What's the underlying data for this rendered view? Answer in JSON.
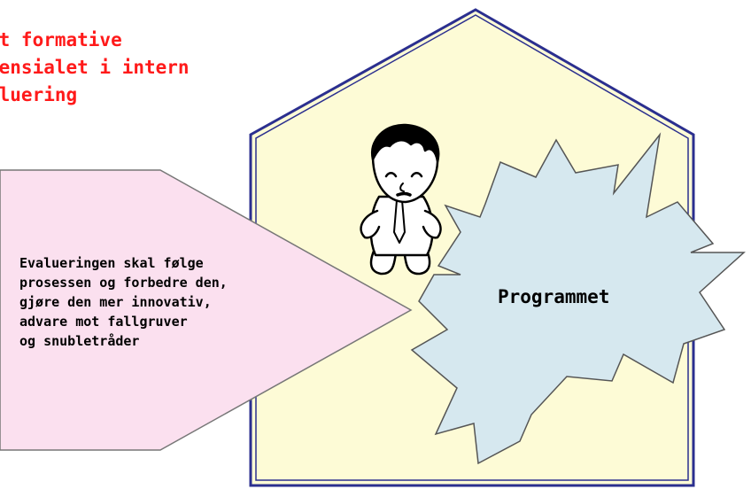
{
  "title": {
    "lines": [
      "et formative",
      "tensialet i intern",
      "aluering"
    ]
  },
  "arrow": {
    "lines": [
      "Evalueringen skal følge",
      "prosessen og forbedre den,",
      "gjøre den mer innovativ,",
      "advare mot fallgruver",
      "og snubletråder"
    ]
  },
  "program": {
    "label": "Programmet"
  },
  "colors": {
    "title": "#ff1a1a",
    "house_fill": "#fdfbd6",
    "house_border": "#2b2f8f",
    "arrow_fill": "#fbe0ef",
    "burst_fill": "#d6e8ef"
  }
}
